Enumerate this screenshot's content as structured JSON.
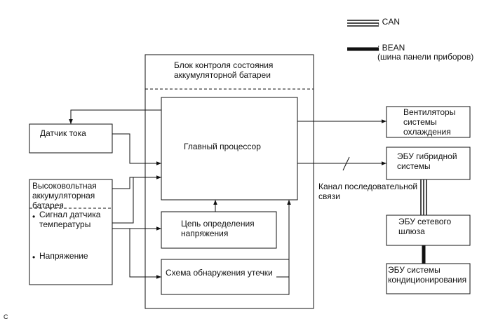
{
  "legend": {
    "can_label": ": CAN",
    "bean_label": ": BEAN",
    "bean_note": "(шина панели приборов)"
  },
  "diagram": {
    "main_unit_title": "Блок контроля состояния\nаккумуляторной батареи",
    "current_sensor": "Датчик тока",
    "main_processor": "Главный процессор",
    "hv_battery": "Высоковольтная\nаккумуляторная\nбатарея",
    "temp_signal": "Сигнал датчика\nтемпературы",
    "voltage": "Напряжение",
    "voltage_detect": "Цепь определения\nнапряжения",
    "leak_detect": "Схема обнаружения утечки",
    "cooling_fans": "Вентиляторы\nсистемы\nохлаждения",
    "hybrid_ecu": "ЭБУ гибридной\nсистемы",
    "serial_link": "Канал последовательной\nсвязи",
    "gateway_ecu": "ЭБУ сетевого\nшлюза",
    "ac_ecu": "ЭБУ системы\nкондиционирования",
    "bullet": "•",
    "corner_mark": "C"
  }
}
